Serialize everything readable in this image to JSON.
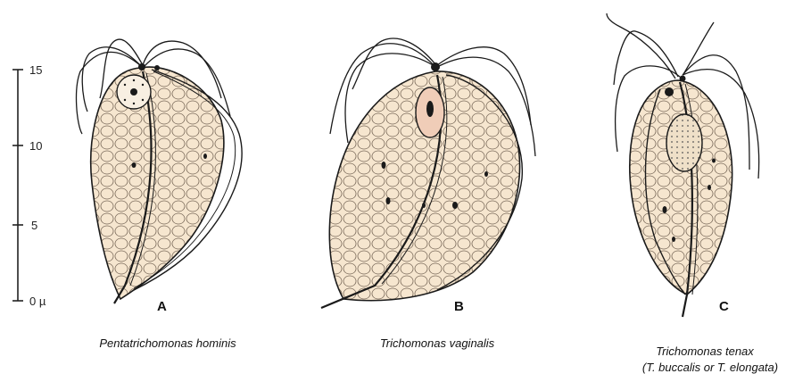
{
  "scale": {
    "ticks": [
      "15",
      "10",
      "5",
      "0 µ"
    ]
  },
  "organisms": [
    {
      "letter": "A",
      "name": "Pentatrichomonas hominis",
      "synonym": ""
    },
    {
      "letter": "B",
      "name": "Trichomonas vaginalis",
      "synonym": ""
    },
    {
      "letter": "C",
      "name": "Trichomonas tenax",
      "synonym": "(T. buccalis or T. elongata)"
    }
  ],
  "colors": {
    "cell_fill": "#f6e6cf",
    "ink": "#1a1a1a",
    "nucleus_fill": "#f0cdb8"
  }
}
